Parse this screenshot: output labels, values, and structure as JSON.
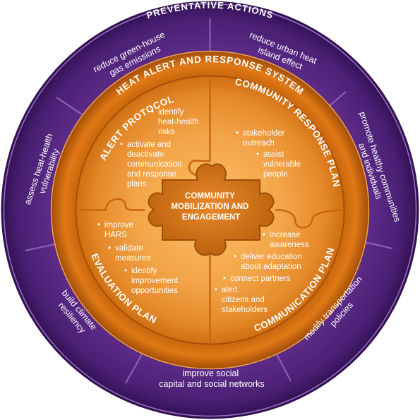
{
  "colors": {
    "outer_ring": "#4a1f73",
    "outer_ring_light": "#7b4aa3",
    "orange_band": "#d8720e",
    "orange_light": "#f6b35a",
    "orange_mid": "#e8892a",
    "center_piece": "#c86812"
  },
  "diagram": {
    "outer_ring_title": "PREVENTATIVE ACTIONS",
    "band_title": "HEAT ALERT AND RESPONSE SYSTEM",
    "center": [
      "COMMUNITY",
      "MOBILIZATION AND",
      "ENGAGEMENT"
    ],
    "preventative_actions": {
      "top_left": [
        "reduce green-house",
        "gas emissions"
      ],
      "top_right": [
        "reduce urban heat",
        "island effect"
      ],
      "right": [
        "promote healthy communities",
        "and individuals"
      ],
      "bottom_right": [
        "modify transportation",
        "policies"
      ],
      "bottom": [
        "improve social",
        "capital and social networks"
      ],
      "bottom_left": [
        "build climate",
        "resiliency"
      ],
      "left": [
        "assess heat-health",
        "vulnerability"
      ]
    },
    "quadrants": {
      "alert_protocol": {
        "title": "ALERT PROTOCOL",
        "item1": [
          "identify",
          "heat-health",
          "risks"
        ],
        "item2": [
          "activate and",
          "deactivate",
          "communication",
          "and response",
          "plans"
        ]
      },
      "community_response_plan": {
        "title": "COMMUNITY RESPONSE PLAN",
        "item1": [
          "stakeholder",
          "outreach"
        ],
        "item2": [
          "assist",
          "vulnerable",
          "people"
        ]
      },
      "evaluation_plan": {
        "title": "EVALUATION PLAN",
        "item1": [
          "improve",
          "HARS"
        ],
        "item2": [
          "validate",
          "measures"
        ],
        "item3": [
          "identify",
          "improvement",
          "opportunities"
        ]
      },
      "communication_plan": {
        "title": "COMMUNICATION PLAN",
        "item1": [
          "increase",
          "awareness"
        ],
        "item2": [
          "deliver education",
          "about adaptation"
        ],
        "item3": [
          "connect partners"
        ],
        "item4": [
          "alert",
          "citizens and",
          "stakeholders"
        ]
      }
    }
  }
}
